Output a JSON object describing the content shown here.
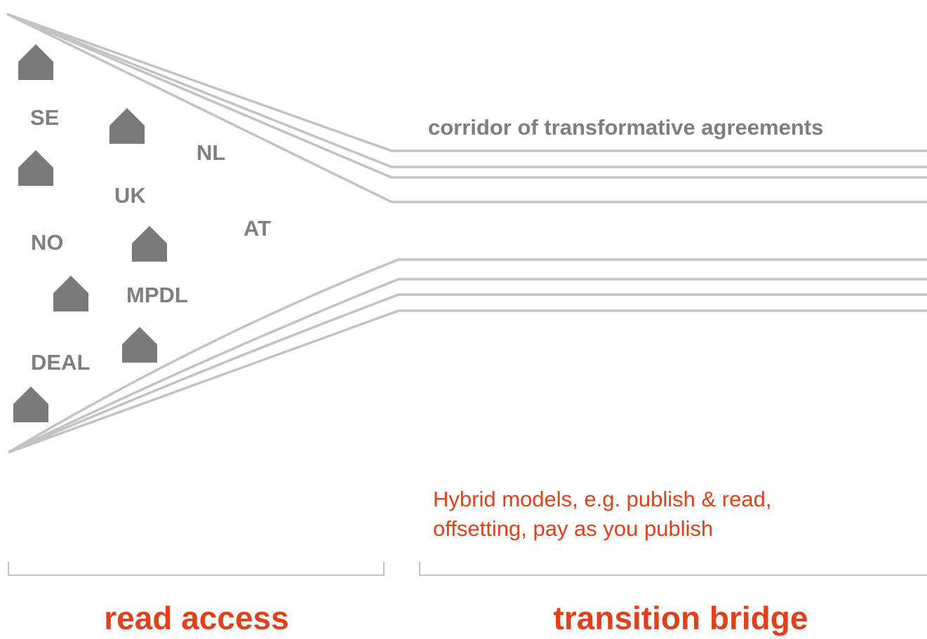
{
  "diagram": {
    "corridor_label": "corridor of transformative agreements",
    "countries": [
      {
        "id": "se",
        "label": "SE"
      },
      {
        "id": "nl",
        "label": "NL"
      },
      {
        "id": "uk",
        "label": "UK"
      },
      {
        "id": "at",
        "label": "AT"
      },
      {
        "id": "no",
        "label": "NO"
      },
      {
        "id": "mpdl",
        "label": "MPDL"
      },
      {
        "id": "deal",
        "label": "DEAL"
      }
    ],
    "hybrid_note": {
      "line1": "Hybrid models, e.g. publish & read,",
      "line2": "offsetting, pay as you publish"
    },
    "sections": {
      "left": "read access",
      "right": "transition bridge"
    },
    "colors": {
      "lines": "#c3c3c3",
      "houses": "#7a7a7a",
      "labels": "#7f7f7f",
      "accent": "#e0401c"
    }
  }
}
